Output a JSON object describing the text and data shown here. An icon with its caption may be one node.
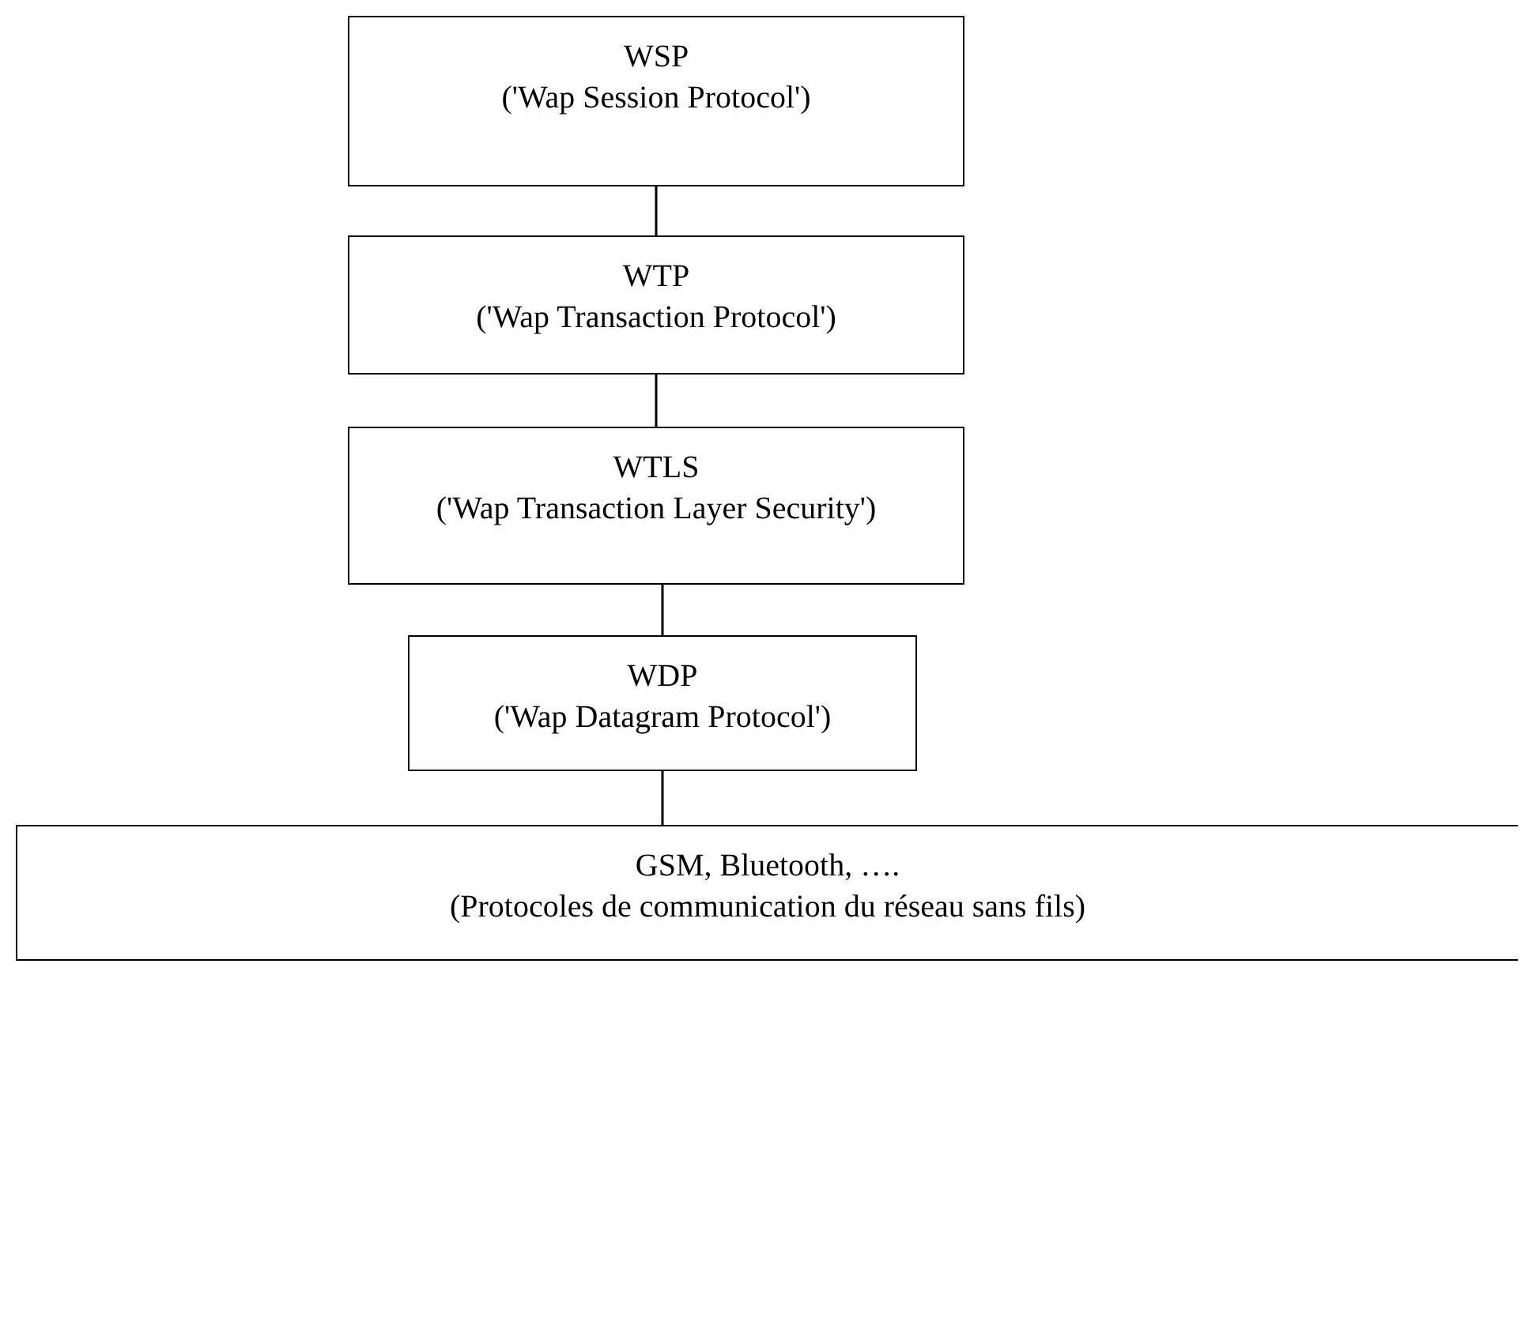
{
  "diagram": {
    "nodes": [
      {
        "text": [
          "WSP",
          "('Wap Session Protocol')"
        ]
      },
      {
        "text": [
          "WTP",
          "('Wap Transaction Protocol')"
        ]
      },
      {
        "text": [
          "WTLS",
          "('Wap Transaction Layer Security')"
        ]
      },
      {
        "text": [
          "WDP",
          "('Wap Datagram Protocol')"
        ]
      },
      {
        "text": [
          "GSM,  Bluetooth, ….",
          "(Protocoles de communication du réseau sans fils)"
        ]
      }
    ],
    "edges": [
      {
        "from": 0,
        "to": 1,
        "arrow": "none"
      },
      {
        "from": 1,
        "to": 2,
        "arrow": "none"
      },
      {
        "from": 2,
        "to": 3,
        "arrow": "none"
      },
      {
        "from": 3,
        "to": 4,
        "arrow": "none"
      }
    ]
  }
}
